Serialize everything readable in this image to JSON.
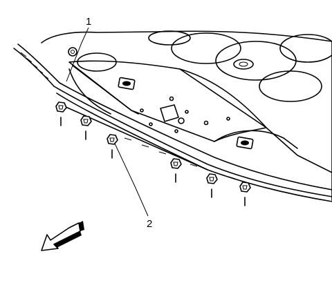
{
  "diagram": {
    "callouts": [
      {
        "id": "1",
        "label": "1"
      },
      {
        "id": "2",
        "label": "2"
      }
    ],
    "fastener_count": 6,
    "direction_arrow": "front-arrow-icon"
  }
}
